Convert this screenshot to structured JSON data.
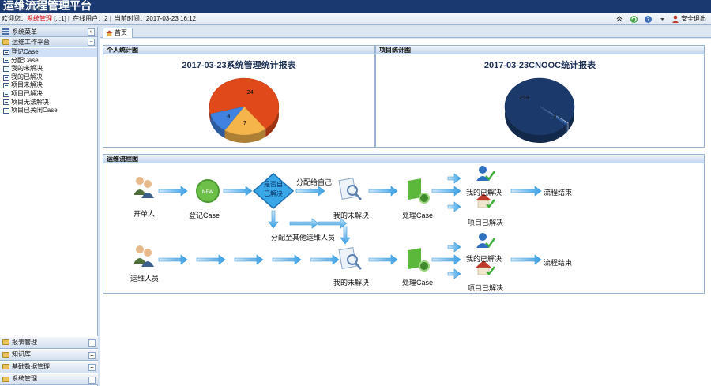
{
  "app": {
    "title": "运维流程管理平台"
  },
  "status": {
    "welcome_prefix": "欢迎您：",
    "user": "系统管理",
    "user_code": "[..:1]",
    "online": "在线用户：2",
    "time": "当前时间：2017-03-23 16:12",
    "logout": "安全退出"
  },
  "sidebar": {
    "title": "系统菜单",
    "section": "运维工作平台",
    "items": [
      {
        "label": "登记Case"
      },
      {
        "label": "分配Case"
      },
      {
        "label": "我的未解决"
      },
      {
        "label": "我的已解决"
      },
      {
        "label": "项目未解决"
      },
      {
        "label": "项目已解决"
      },
      {
        "label": "项目无法解决"
      },
      {
        "label": "项目已关闭Case"
      }
    ],
    "bottom": [
      {
        "label": "报表管理"
      },
      {
        "label": "知识库"
      },
      {
        "label": "基础数据管理"
      },
      {
        "label": "系统管理"
      }
    ]
  },
  "tabs": [
    {
      "label": "首页"
    }
  ],
  "personal": {
    "header": "个人统计图",
    "chart_title": "2017-03-23系统管理统计报表"
  },
  "project": {
    "header": "项目统计图",
    "chart_title": "2017-03-23CNOOC统计报表"
  },
  "chart_data": [
    {
      "type": "pie",
      "title": "2017-03-23系统管理统计报表",
      "labels": [
        "",
        "",
        ""
      ],
      "values": [
        24,
        7,
        4
      ],
      "colors": [
        "#e0491a",
        "#f5b54a",
        "#3f82e0"
      ]
    },
    {
      "type": "pie",
      "title": "2017-03-23CNOOC统计报表",
      "labels": [
        "",
        "",
        ""
      ],
      "values": [
        258,
        1,
        3
      ],
      "colors": [
        "#1b3a6b",
        "#cfe0f7",
        "#2e5c9e"
      ]
    }
  ],
  "flow": {
    "header": "运维流程图",
    "labels": {
      "opener": "开单人",
      "register": "登记Case",
      "decision": "是否自己解决",
      "assign_self": "分配给自己",
      "assign_other": "分配至其他运维人员",
      "my_unsolved_1": "我的未解决",
      "process_1": "处理Case",
      "my_solved_1": "我的已解决",
      "proj_solved_1": "项目已解决",
      "end_1": "流程结束",
      "ops": "运维人员",
      "my_unsolved_2": "我的未解决",
      "process_2": "处理Case",
      "my_solved_2": "我的已解决",
      "proj_solved_2": "项目已解决",
      "end_2": "流程结束",
      "new_badge": "NEW"
    }
  }
}
